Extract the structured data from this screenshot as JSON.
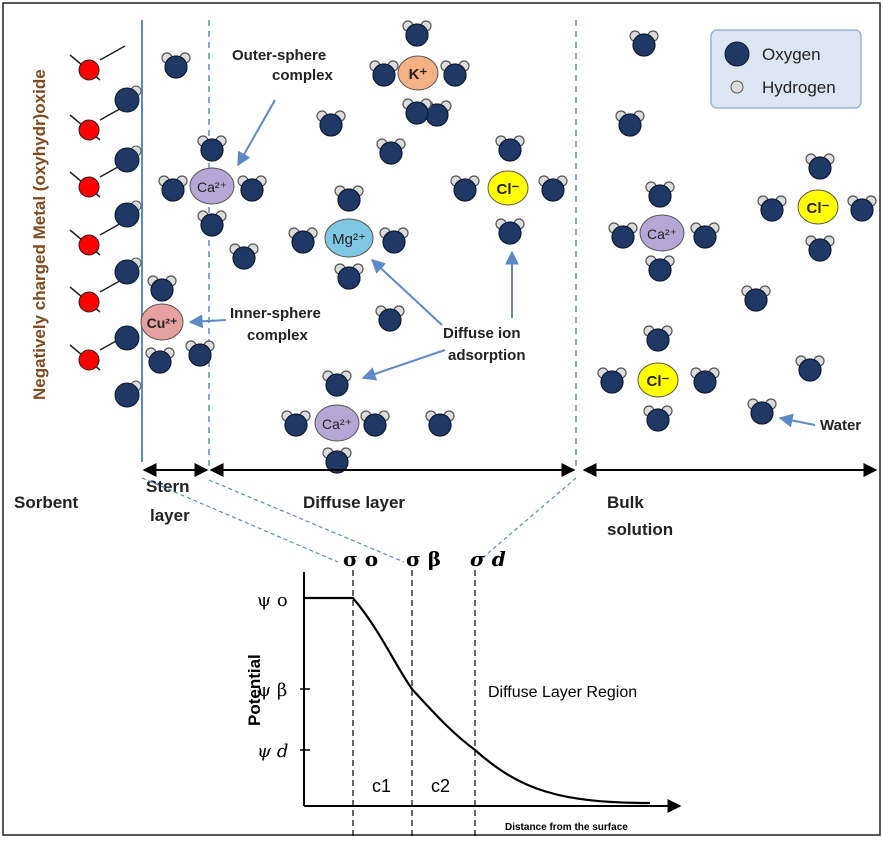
{
  "side_label": "Negatively charged Metal (oxyhydr)oxide",
  "legend": {
    "oxygen": "Oxygen",
    "hydrogen": "Hydrogen"
  },
  "ions": {
    "k": "K⁺",
    "ca": "Ca²⁺",
    "mg": "Mg²⁺",
    "cu": "Cu²⁺",
    "cl": "Cl⁻"
  },
  "annotations": {
    "outer_1": "Outer-sphere",
    "outer_2": "complex",
    "inner_1": "Inner-sphere",
    "inner_2": "complex",
    "diffuse_1": "Diffuse ion",
    "diffuse_2": "adsorption",
    "water": "Water"
  },
  "regions": {
    "sorbent": "Sorbent",
    "stern_1": "Stern",
    "stern_2": "layer",
    "diffuse": "Diffuse layer",
    "bulk_1": "Bulk",
    "bulk_2": "solution"
  },
  "graph": {
    "sigma_o": "σ o",
    "sigma_b": "σ β",
    "sigma_d": "σ d",
    "psi_o": "ψ o",
    "psi_b": "ψ β",
    "psi_d": "ψ d",
    "ylabel": "Potential",
    "xlabel": "Distance from the surface",
    "region": "Diffuse Layer Region",
    "c1": "c1",
    "c2": "c2"
  },
  "colors": {
    "oxygen": "#1f3864",
    "hydrogen": "#d9d9d9",
    "surface_site": "#ff0000",
    "k_ion": "#f4b183",
    "ca_ion": "#b4a7d6",
    "mg_ion": "#7ec8e3",
    "cu_ion": "#e6a0a0",
    "cl_ion": "#ffff00",
    "arrow": "#5b8ac6",
    "side_label": "#7f4a1e"
  }
}
